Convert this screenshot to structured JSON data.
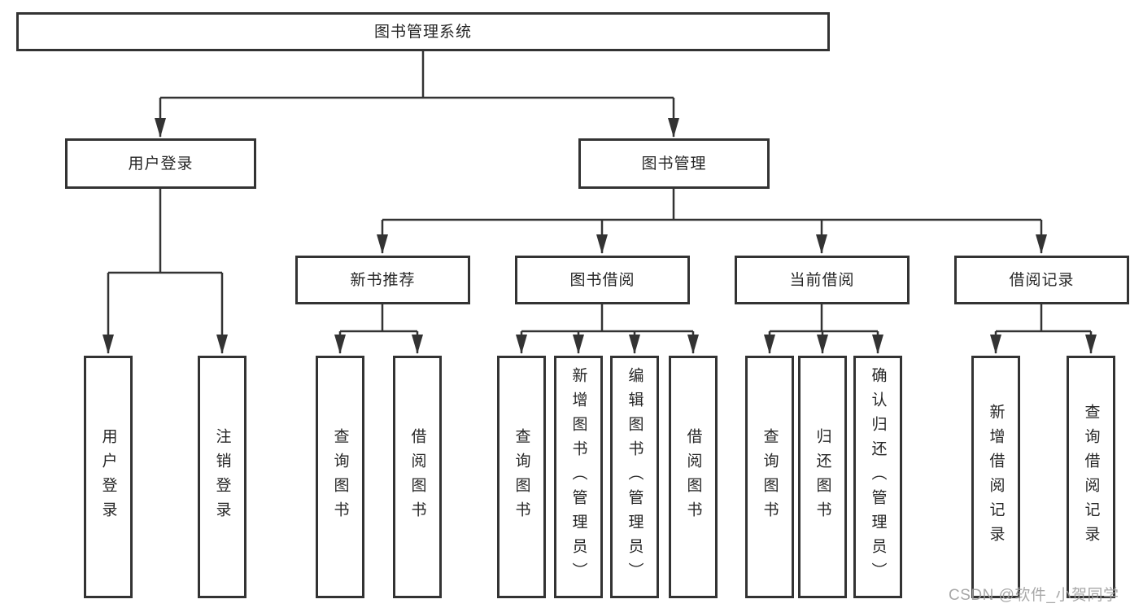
{
  "tree": {
    "root": {
      "label": "图书管理系统"
    },
    "branches": [
      {
        "label": "用户登录",
        "leaves": [
          {
            "label": "用户登录"
          },
          {
            "label": "注销登录"
          }
        ]
      },
      {
        "label": "图书管理",
        "groups": [
          {
            "label": "新书推荐",
            "leaves": [
              {
                "label": "查询图书"
              },
              {
                "label": "借阅图书"
              }
            ]
          },
          {
            "label": "图书借阅",
            "leaves": [
              {
                "label": "查询图书"
              },
              {
                "label": "新增图书（管理员）"
              },
              {
                "label": "编辑图书（管理员）"
              },
              {
                "label": "借阅图书"
              }
            ]
          },
          {
            "label": "当前借阅",
            "leaves": [
              {
                "label": "查询图书"
              },
              {
                "label": "归还图书"
              },
              {
                "label": "确认归还（管理员）"
              }
            ]
          },
          {
            "label": "借阅记录",
            "leaves": [
              {
                "label": "新增借阅记录"
              },
              {
                "label": "查询借阅记录"
              }
            ]
          }
        ]
      }
    ]
  },
  "watermark": {
    "text": "CSDN @软件_小贺同学"
  },
  "colors": {
    "line": "#333333",
    "box_border": "#333333",
    "box_fill": "#ffffff",
    "text": "#262626",
    "watermark": "#9e9e9e",
    "background": "#ffffff"
  }
}
